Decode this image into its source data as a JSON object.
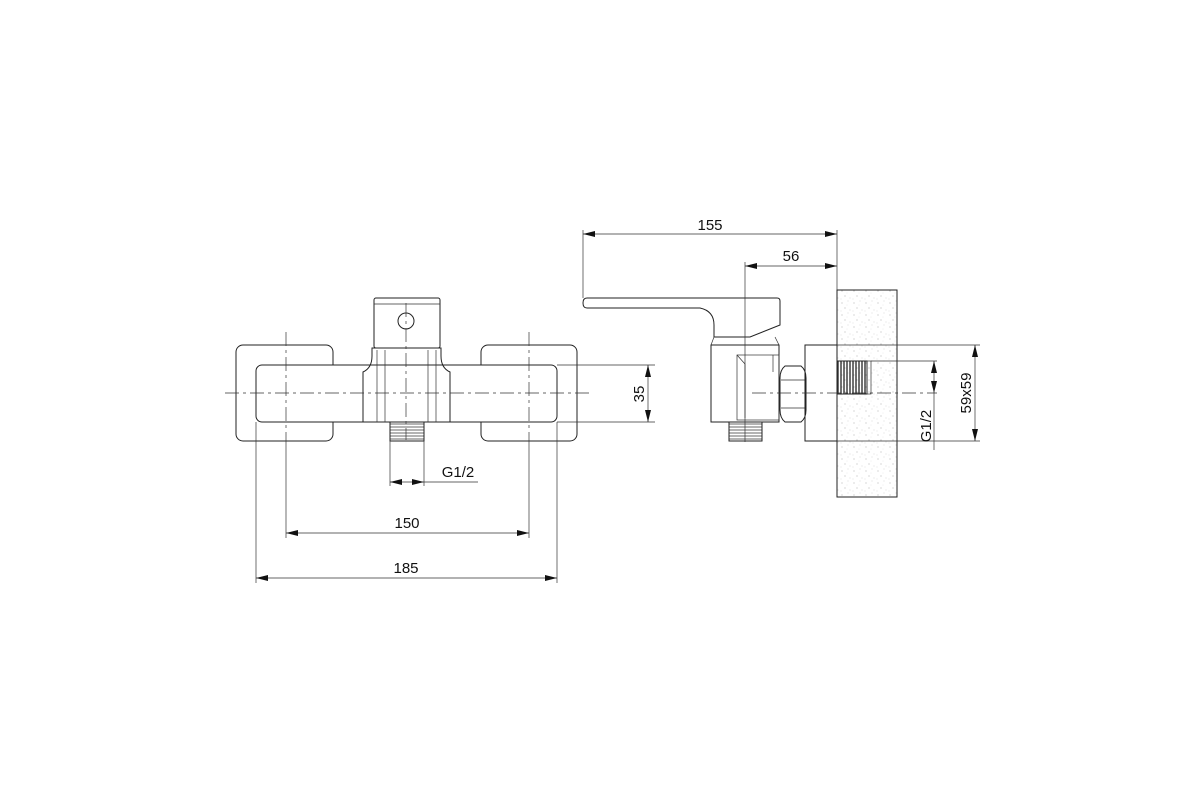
{
  "front_view": {
    "dim_height": "35",
    "dim_thread": "G1/2",
    "dim_center_distance": "150",
    "dim_overall_width": "185"
  },
  "side_view": {
    "dim_depth": "155",
    "dim_body_depth": "56",
    "dim_thread": "G1/2",
    "dim_flange": "59x59"
  },
  "colors": {
    "line": "#222222",
    "background": "#ffffff",
    "wall_speckle": "#999999"
  }
}
